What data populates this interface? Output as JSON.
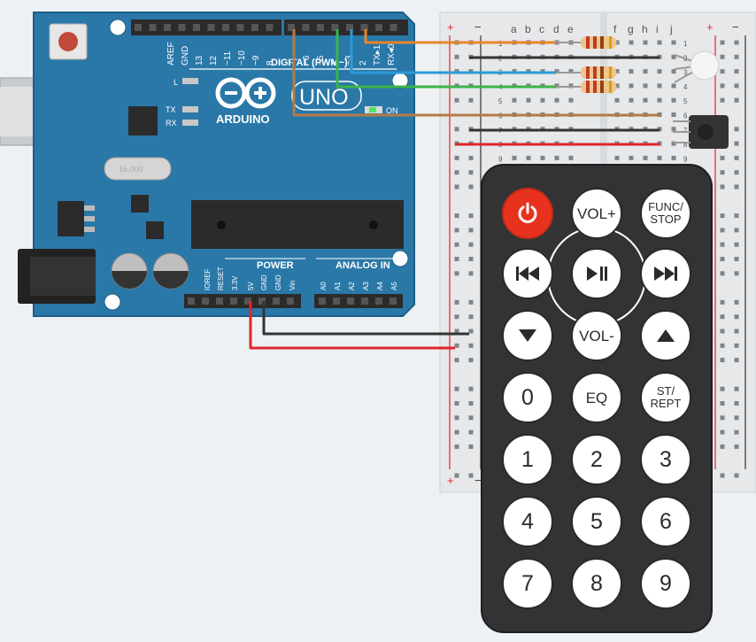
{
  "board": {
    "pin_labels": [
      "AREF",
      "GND",
      "13",
      "12",
      "~11",
      "~10",
      "~9",
      "8",
      "7",
      "~6",
      "~5",
      "4",
      "~3",
      "2",
      "TX▸1",
      "RX◂0"
    ],
    "digital_label": "DIGITAL (PWM~)",
    "brand": "ARDUINO",
    "model": "UNO",
    "led_l": "L",
    "led_tx": "TX",
    "led_rx": "RX",
    "on_label": "ON",
    "crystal_label": "16.000",
    "power_label": "POWER",
    "analog_label": "ANALOG IN",
    "power_pins": [
      "IOREF",
      "RESET",
      "3.3V",
      "5V",
      "GND",
      "GND",
      "Vin"
    ],
    "analog_pins": [
      "A0",
      "A1",
      "A2",
      "A3",
      "A4",
      "A5"
    ]
  },
  "breadboard": {
    "columns_left": [
      "a",
      "b",
      "c",
      "d",
      "e"
    ],
    "columns_right": [
      "f",
      "g",
      "h",
      "i",
      "j"
    ],
    "rows": [
      "1",
      "2",
      "3",
      "4",
      "5",
      "6",
      "7",
      "8",
      "9"
    ],
    "rail_plus": "+",
    "rail_minus": "−"
  },
  "wires": {
    "orange": "#e8862a",
    "blue": "#2a9ad6",
    "green": "#3cb34a",
    "brown": "#b57a45",
    "black": "#333333",
    "red": "#e0262b"
  },
  "remote": {
    "power_icon": "power-icon",
    "vol_up": "VOL+",
    "func_stop_1": "FUNC/",
    "func_stop_2": "STOP",
    "rewind_icon": "rewind-icon",
    "play_pause_icon": "play-pause-icon",
    "forward_icon": "fast-forward-icon",
    "down_icon": "down-triangle-icon",
    "vol_down": "VOL-",
    "up_icon": "up-triangle-icon",
    "zero": "0",
    "eq": "EQ",
    "st_rept_1": "ST/",
    "st_rept_2": "REPT",
    "digits": [
      "1",
      "2",
      "3",
      "4",
      "5",
      "6",
      "7",
      "8",
      "9"
    ]
  }
}
